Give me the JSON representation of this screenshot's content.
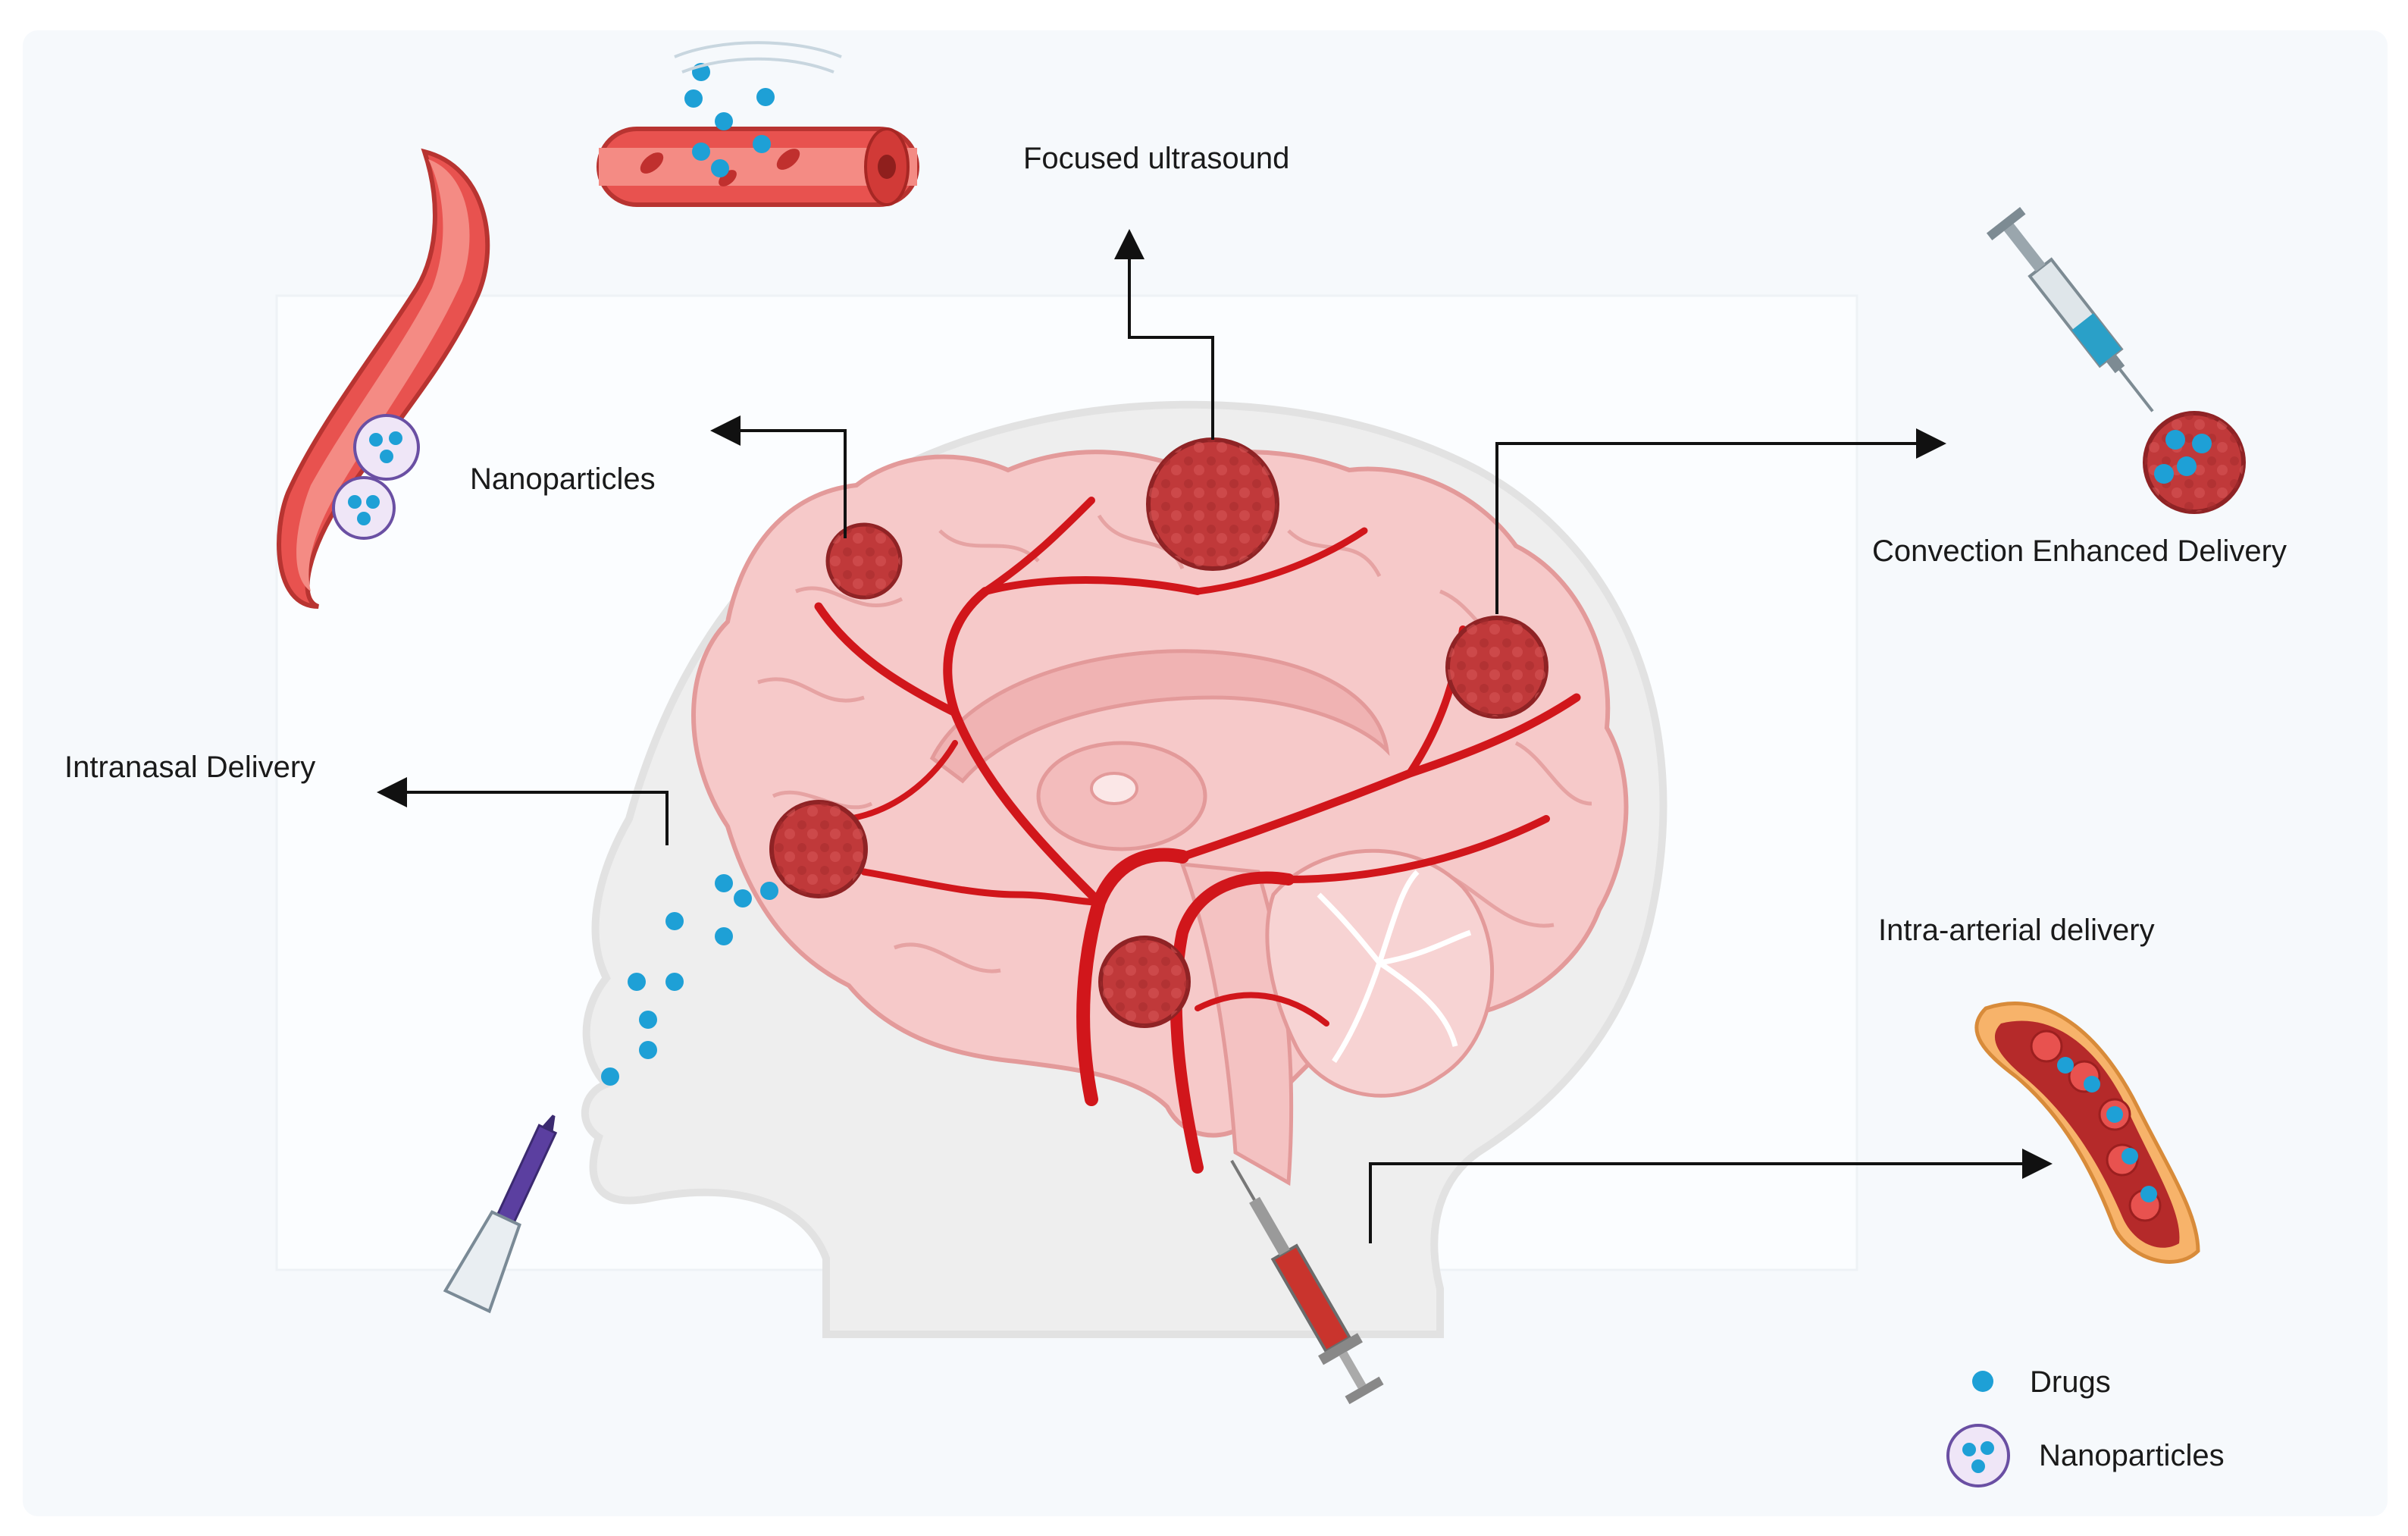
{
  "labels": {
    "focused_ultrasound": "Focused ultrasound",
    "nanoparticles": "Nanoparticles",
    "convection": "Convection Enhanced Delivery",
    "intranasal": "Intranasal Delivery",
    "intra_arterial": "Intra-arterial delivery"
  },
  "legend": {
    "drugs": "Drugs",
    "nanoparticles": "Nanoparticles"
  },
  "colors": {
    "background_panel": "#f6f9fc",
    "brain_fill": "#f6c9c9",
    "brain_stroke": "#e39a9a",
    "artery": "#d1161b",
    "tumor": "#c0393a",
    "tumor_dark": "#8f2325",
    "drug": "#1ea0d6",
    "vessel": "#e8524f",
    "vessel_light": "#f48b84",
    "arrow": "#111111"
  }
}
